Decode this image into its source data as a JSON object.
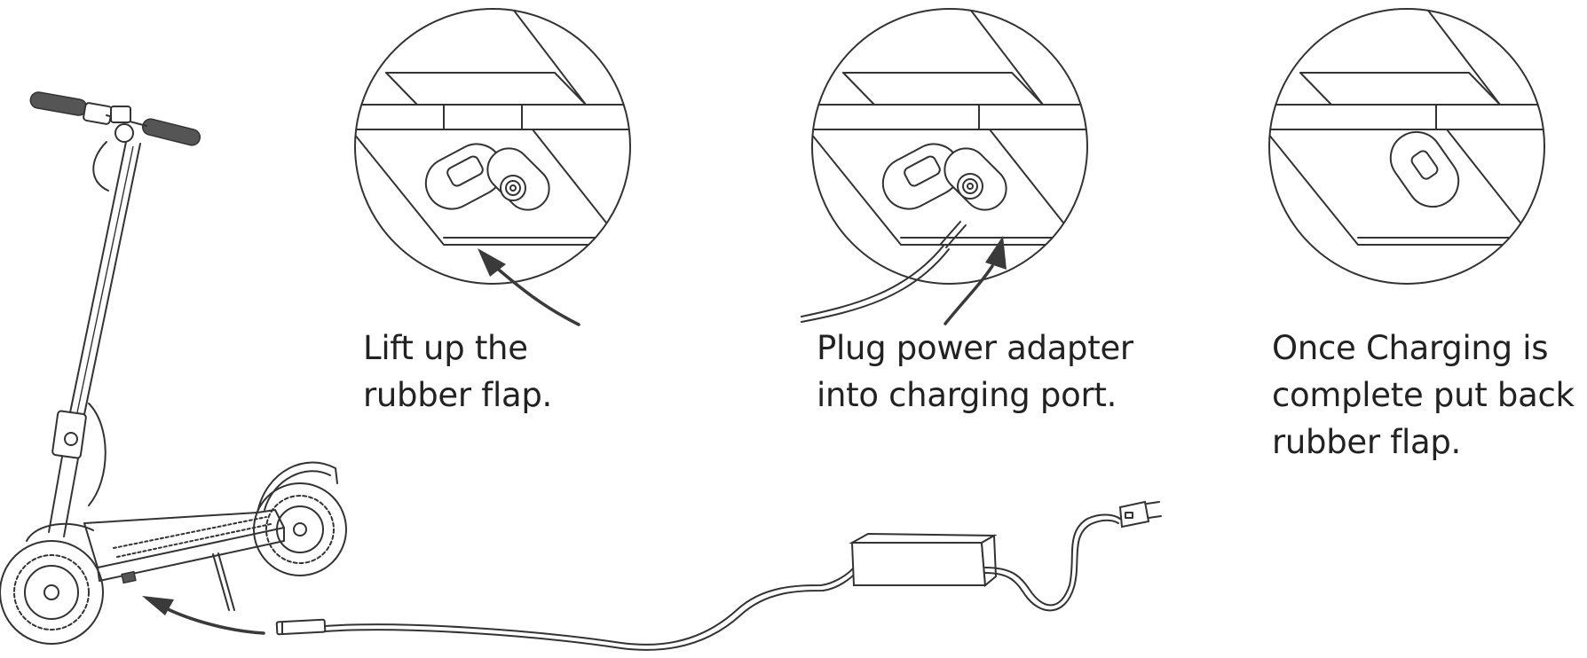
{
  "steps": [
    {
      "line1": "Lift up the",
      "line2": "rubber flap.",
      "line3": ""
    },
    {
      "line1": "Plug power adapter",
      "line2": "into charging port.",
      "line3": ""
    },
    {
      "line1": "Once Charging is",
      "line2": "complete put back",
      "line3": "rubber flap."
    }
  ],
  "colors": {
    "stroke": "#333333",
    "text": "#222222",
    "background": "#ffffff"
  },
  "icons": [
    "scooter-illustration",
    "power-adapter-icon",
    "plug-icon",
    "charging-port-icon",
    "arrow-icon"
  ]
}
